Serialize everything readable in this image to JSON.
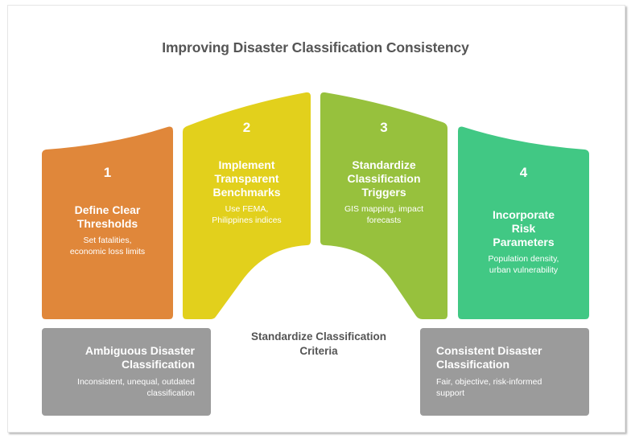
{
  "title": "Improving Disaster Classification Consistency",
  "colors": {
    "step1": "#e0873a",
    "step2": "#e2d01c",
    "step3": "#97c13d",
    "step4": "#41c884",
    "grey_box": "#9b9b9b",
    "title_text": "#555555"
  },
  "steps": [
    {
      "number": "1",
      "heading": "Define Clear Thresholds",
      "heading_lines": [
        "Define Clear",
        "Thresholds"
      ],
      "description_lines": [
        "Set fatalities,",
        "economic loss limits"
      ]
    },
    {
      "number": "2",
      "heading": "Implement Transparent Benchmarks",
      "heading_lines": [
        "Implement",
        "Transparent",
        "Benchmarks"
      ],
      "description_lines": [
        "Use FEMA,",
        "Philippines indices"
      ]
    },
    {
      "number": "3",
      "heading": "Standardize Classification Triggers",
      "heading_lines": [
        "Standardize",
        "Classification",
        "Triggers"
      ],
      "description_lines": [
        "GIS mapping, impact",
        "forecasts"
      ]
    },
    {
      "number": "4",
      "heading": "Incorporate Risk Parameters",
      "heading_lines": [
        "Incorporate",
        "Risk",
        "Parameters"
      ],
      "description_lines": [
        "Population density,",
        "urban vulnerability"
      ]
    }
  ],
  "center_label_lines": [
    "Standardize Classification",
    "Criteria"
  ],
  "start_state": {
    "heading_lines": [
      "Ambiguous Disaster",
      "Classification"
    ],
    "description_lines": [
      "Inconsistent, unequal, outdated",
      "classification"
    ]
  },
  "end_state": {
    "heading_lines": [
      "Consistent Disaster",
      "Classification"
    ],
    "description_lines": [
      "Fair, objective, risk-informed",
      "support"
    ]
  }
}
